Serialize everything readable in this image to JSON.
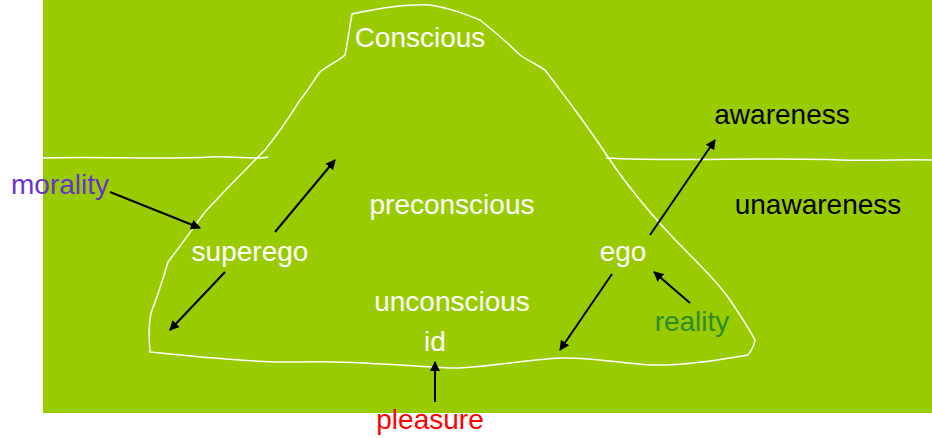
{
  "diagram": {
    "labels": [
      "Conscious",
      "awareness",
      "morality",
      "preconscious",
      "unawareness",
      "superego",
      "ego",
      "unconscious",
      "reality",
      "id",
      "pleasure"
    ]
  }
}
